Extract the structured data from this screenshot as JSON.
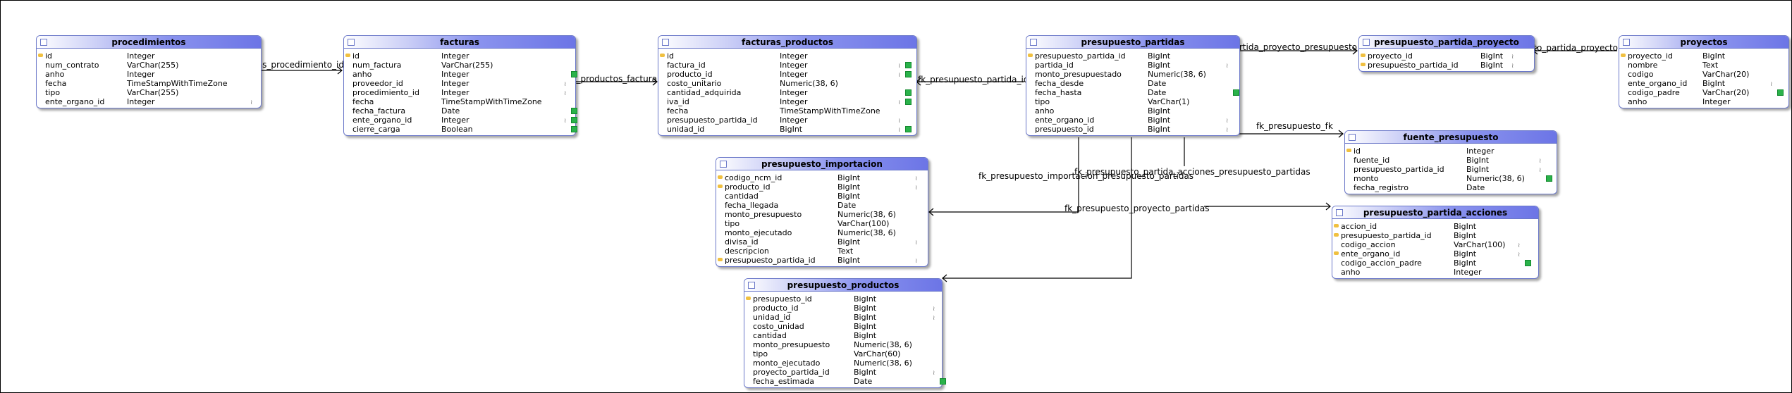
{
  "tables": [
    {
      "key": "procedimientos",
      "name": "procedimientos",
      "fields": [
        {
          "name": "id",
          "type": "Integer",
          "pk": true
        },
        {
          "name": "num_contrato",
          "type": "VarChar(255)"
        },
        {
          "name": "anho",
          "type": "Integer"
        },
        {
          "name": "fecha",
          "type": "TimeStampWithTimeZone"
        },
        {
          "name": "tipo",
          "type": "VarChar(255)"
        },
        {
          "name": "ente_organo_id",
          "type": "Integer",
          "fk": true
        }
      ]
    },
    {
      "key": "facturas",
      "name": "facturas",
      "fields": [
        {
          "name": "id",
          "type": "Integer",
          "pk": true
        },
        {
          "name": "num_factura",
          "type": "VarChar(255)"
        },
        {
          "name": "anho",
          "type": "Integer",
          "nn": true
        },
        {
          "name": "proveedor_id",
          "type": "Integer",
          "fk": true
        },
        {
          "name": "procedimiento_id",
          "type": "Integer",
          "fk": true
        },
        {
          "name": "fecha",
          "type": "TimeStampWithTimeZone"
        },
        {
          "name": "fecha_factura",
          "type": "Date",
          "nn": true
        },
        {
          "name": "ente_organo_id",
          "type": "Integer",
          "fk": true,
          "nn": true
        },
        {
          "name": "cierre_carga",
          "type": "Boolean",
          "nn": true
        }
      ]
    },
    {
      "key": "facturas_productos",
      "name": "facturas_productos",
      "fields": [
        {
          "name": "id",
          "type": "Integer",
          "pk": true
        },
        {
          "name": "factura_id",
          "type": "Integer",
          "fk": true,
          "nn": true
        },
        {
          "name": "producto_id",
          "type": "Integer",
          "fk": true,
          "nn": true
        },
        {
          "name": "costo_unitario",
          "type": "Numeric(38, 6)"
        },
        {
          "name": "cantidad_adquirida",
          "type": "Integer",
          "nn": true
        },
        {
          "name": "iva_id",
          "type": "Integer",
          "fk": true,
          "nn": true
        },
        {
          "name": "fecha",
          "type": "TimeStampWithTimeZone"
        },
        {
          "name": "presupuesto_partida_id",
          "type": "Integer",
          "fk": true
        },
        {
          "name": "unidad_id",
          "type": "BigInt",
          "fk": true,
          "nn": true
        }
      ]
    },
    {
      "key": "presupuesto_partidas",
      "name": "presupuesto_partidas",
      "fields": [
        {
          "name": "presupuesto_partida_id",
          "type": "BigInt",
          "pk": true
        },
        {
          "name": "partida_id",
          "type": "BigInt",
          "fk": true
        },
        {
          "name": "monto_presupuestado",
          "type": "Numeric(38, 6)"
        },
        {
          "name": "fecha_desde",
          "type": "Date"
        },
        {
          "name": "fecha_hasta",
          "type": "Date",
          "nn": true
        },
        {
          "name": "tipo",
          "type": "VarChar(1)"
        },
        {
          "name": "anho",
          "type": "BigInt"
        },
        {
          "name": "ente_organo_id",
          "type": "BigInt",
          "fk": true
        },
        {
          "name": "presupuesto_id",
          "type": "BigInt",
          "fk": true
        }
      ]
    },
    {
      "key": "presupuesto_partida_proyecto",
      "name": "presupuesto_partida_proyecto",
      "fields": [
        {
          "name": "proyecto_id",
          "type": "BigInt",
          "pk": true,
          "fk": true
        },
        {
          "name": "presupuesto_partida_id",
          "type": "BigInt",
          "pk": true,
          "fk": true
        }
      ]
    },
    {
      "key": "proyectos",
      "name": "proyectos",
      "fields": [
        {
          "name": "proyecto_id",
          "type": "BigInt",
          "pk": true
        },
        {
          "name": "nombre",
          "type": "Text"
        },
        {
          "name": "codigo",
          "type": "VarChar(20)"
        },
        {
          "name": "ente_organo_id",
          "type": "BigInt",
          "fk": true
        },
        {
          "name": "codigo_padre",
          "type": "VarChar(20)",
          "nn": true
        },
        {
          "name": "anho",
          "type": "Integer"
        }
      ]
    },
    {
      "key": "fuente_presupuesto",
      "name": "fuente_presupuesto",
      "fields": [
        {
          "name": "id",
          "type": "Integer",
          "pk": true
        },
        {
          "name": "fuente_id",
          "type": "BigInt",
          "fk": true
        },
        {
          "name": "presupuesto_partida_id",
          "type": "BigInt",
          "fk": true
        },
        {
          "name": "monto",
          "type": "Numeric(38, 6)",
          "nn": true
        },
        {
          "name": "fecha_registro",
          "type": "Date"
        }
      ]
    },
    {
      "key": "presupuesto_partida_acciones",
      "name": "presupuesto_partida_acciones",
      "fields": [
        {
          "name": "accion_id",
          "type": "BigInt",
          "pk": true
        },
        {
          "name": "presupuesto_partida_id",
          "type": "BigInt",
          "pk": true
        },
        {
          "name": "codigo_accion",
          "type": "VarChar(100)",
          "fk": true
        },
        {
          "name": "ente_organo_id",
          "type": "BigInt",
          "pk": true,
          "fk": true
        },
        {
          "name": "codigo_accion_padre",
          "type": "BigInt",
          "nn": true
        },
        {
          "name": "anho",
          "type": "Integer"
        }
      ]
    },
    {
      "key": "presupuesto_importacion",
      "name": "presupuesto_importacion",
      "fields": [
        {
          "name": "codigo_ncm_id",
          "type": "BigInt",
          "pk": true,
          "fk": true
        },
        {
          "name": "producto_id",
          "type": "BigInt",
          "pk": true,
          "fk": true
        },
        {
          "name": "cantidad",
          "type": "BigInt"
        },
        {
          "name": "fecha_llegada",
          "type": "Date"
        },
        {
          "name": "monto_presupuesto",
          "type": "Numeric(38, 6)"
        },
        {
          "name": "tipo",
          "type": "VarChar(100)"
        },
        {
          "name": "monto_ejecutado",
          "type": "Numeric(38, 6)"
        },
        {
          "name": "divisa_id",
          "type": "BigInt",
          "fk": true
        },
        {
          "name": "descripcion",
          "type": "Text"
        },
        {
          "name": "presupuesto_partida_id",
          "type": "BigInt",
          "pk": true,
          "fk": true
        }
      ]
    },
    {
      "key": "presupuesto_productos",
      "name": "presupuesto_productos",
      "fields": [
        {
          "name": "presupuesto_id",
          "type": "BigInt",
          "pk": true
        },
        {
          "name": "producto_id",
          "type": "BigInt",
          "fk": true
        },
        {
          "name": "unidad_id",
          "type": "BigInt",
          "fk": true
        },
        {
          "name": "costo_unidad",
          "type": "BigInt"
        },
        {
          "name": "cantidad",
          "type": "BigInt"
        },
        {
          "name": "monto_presupuesto",
          "type": "Numeric(38, 6)"
        },
        {
          "name": "tipo",
          "type": "VarChar(60)"
        },
        {
          "name": "monto_ejecutado",
          "type": "Numeric(38, 6)"
        },
        {
          "name": "proyecto_partida_id",
          "type": "BigInt",
          "fk": true
        },
        {
          "name": "fecha_estimada",
          "type": "Date",
          "nn": true
        }
      ]
    }
  ],
  "relations": [
    {
      "key": "r1",
      "label": "fk_facturas_procedimiento_id"
    },
    {
      "key": "r2",
      "label": "fk_facturas_productos_factura"
    },
    {
      "key": "r3",
      "label": "fk_presupuesto_partida_id"
    },
    {
      "key": "r4",
      "label": "fk_presupuesto_partida_proyecto_presupuesto"
    },
    {
      "key": "r5",
      "label": "fk_presupuesto_partida_proyecto"
    },
    {
      "key": "r6",
      "label": "fk_presupuesto_fk"
    },
    {
      "key": "r7",
      "label": "fk_presupuesto_importacion_presupuesto_partidas"
    },
    {
      "key": "r8",
      "label": "fk_presupuesto_partida_acciones_presupuesto_partidas"
    },
    {
      "key": "r9",
      "label": "fk_presupuesto_proyecto_partidas"
    }
  ]
}
